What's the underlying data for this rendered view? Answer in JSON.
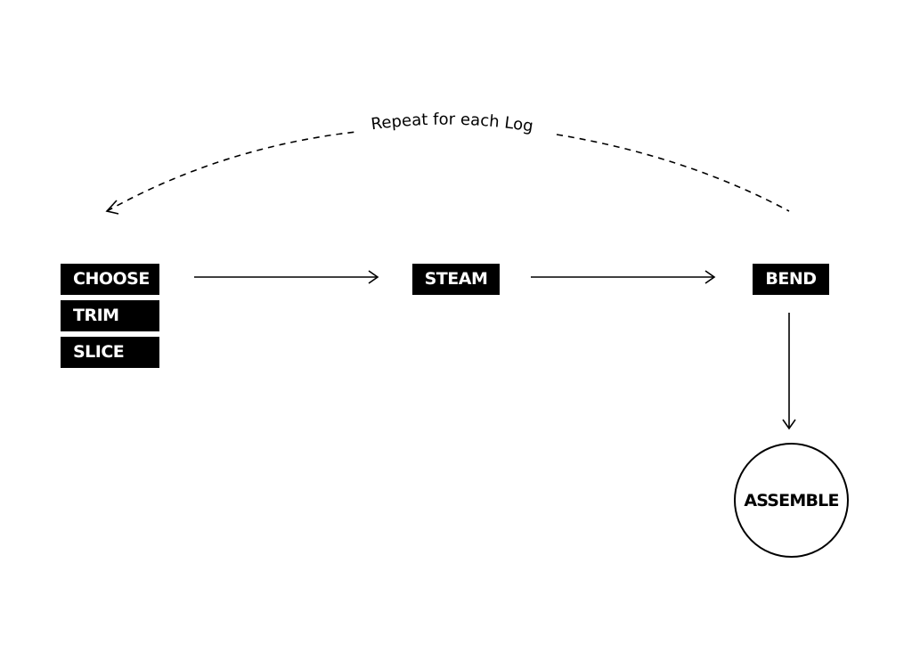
{
  "diagram": {
    "loop_label": "Repeat for each Log",
    "steps": {
      "choose": "CHOOSE",
      "trim": "TRIM",
      "slice": "SLICE",
      "steam": "STEAM",
      "bend": "BEND",
      "assemble": "ASSEMBLE"
    },
    "colors": {
      "ink": "#000000",
      "box_text": "#ffffff",
      "background": "#ffffff"
    }
  }
}
